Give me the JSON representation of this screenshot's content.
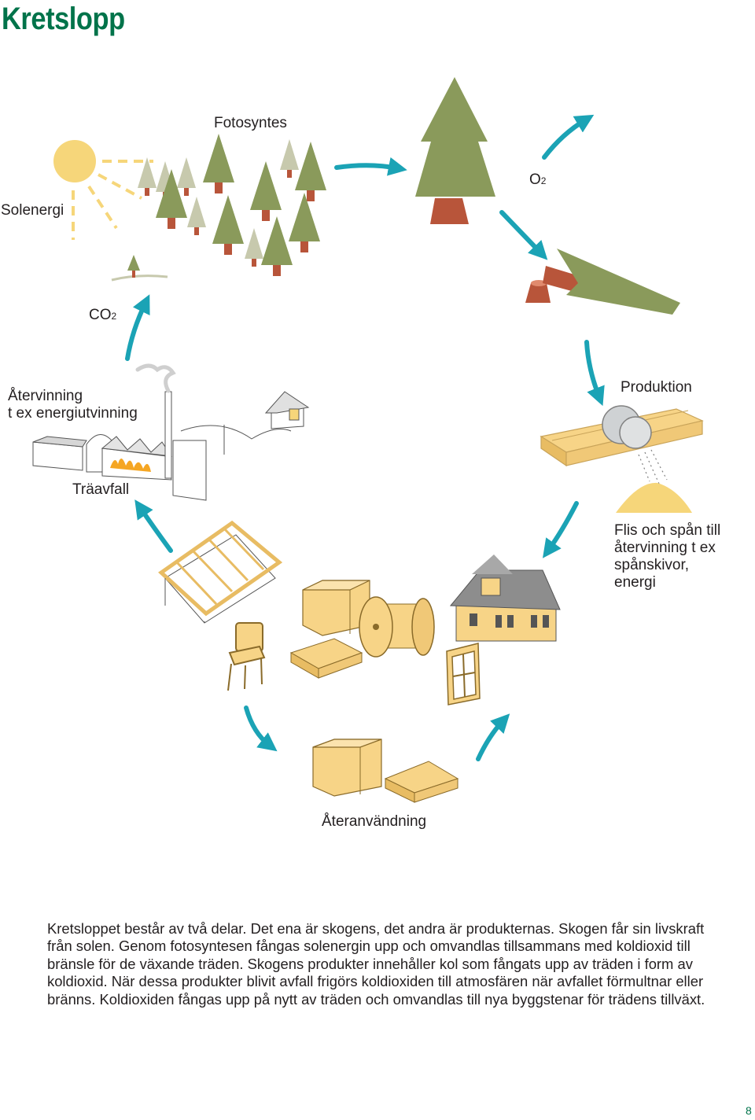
{
  "title": "Kretslopp",
  "labels": {
    "fotosyntes": "Fotosyntes",
    "solenergi": "Solenergi",
    "o2": "O",
    "o2_sub": "2",
    "co2": "CO",
    "co2_sub": "2",
    "atervinning_1": "Återvinning",
    "atervinning_2": "t ex energiutvinning",
    "produktion": "Produktion",
    "traavfall": "Träavfall",
    "flis_1": "Flis och spån till",
    "flis_2": "återvinning t ex",
    "flis_3": "spånskivor,",
    "flis_4": "energi",
    "ateranvandning": "Återanvändning"
  },
  "body_text": "Kretsloppet består av två delar. Det ena är skogens, det andra är produkternas. Skogen får sin livskraft från solen. Genom fotosyntesen fångas solenergin upp och omvandlas tillsammans med koldioxid till bränsle för de växande träden. Skogens produkter innehåller kol som fångats upp av träden i form av koldioxid. När dessa produkter blivit avfall frigörs koldioxiden till atmosfären när avfallet förmultnar eller bränns. Koldioxiden fångas upp på nytt av träden och omvandlas till nya byggstenar för trädens tillväxt.",
  "page_number": "8",
  "colors": {
    "title_green": "#00734a",
    "arrow_teal": "#1ba3b5",
    "tree_green": "#8a9a5b",
    "trunk": "#b8553a",
    "wood": "#f7d487",
    "sun": "#f6d67a"
  }
}
